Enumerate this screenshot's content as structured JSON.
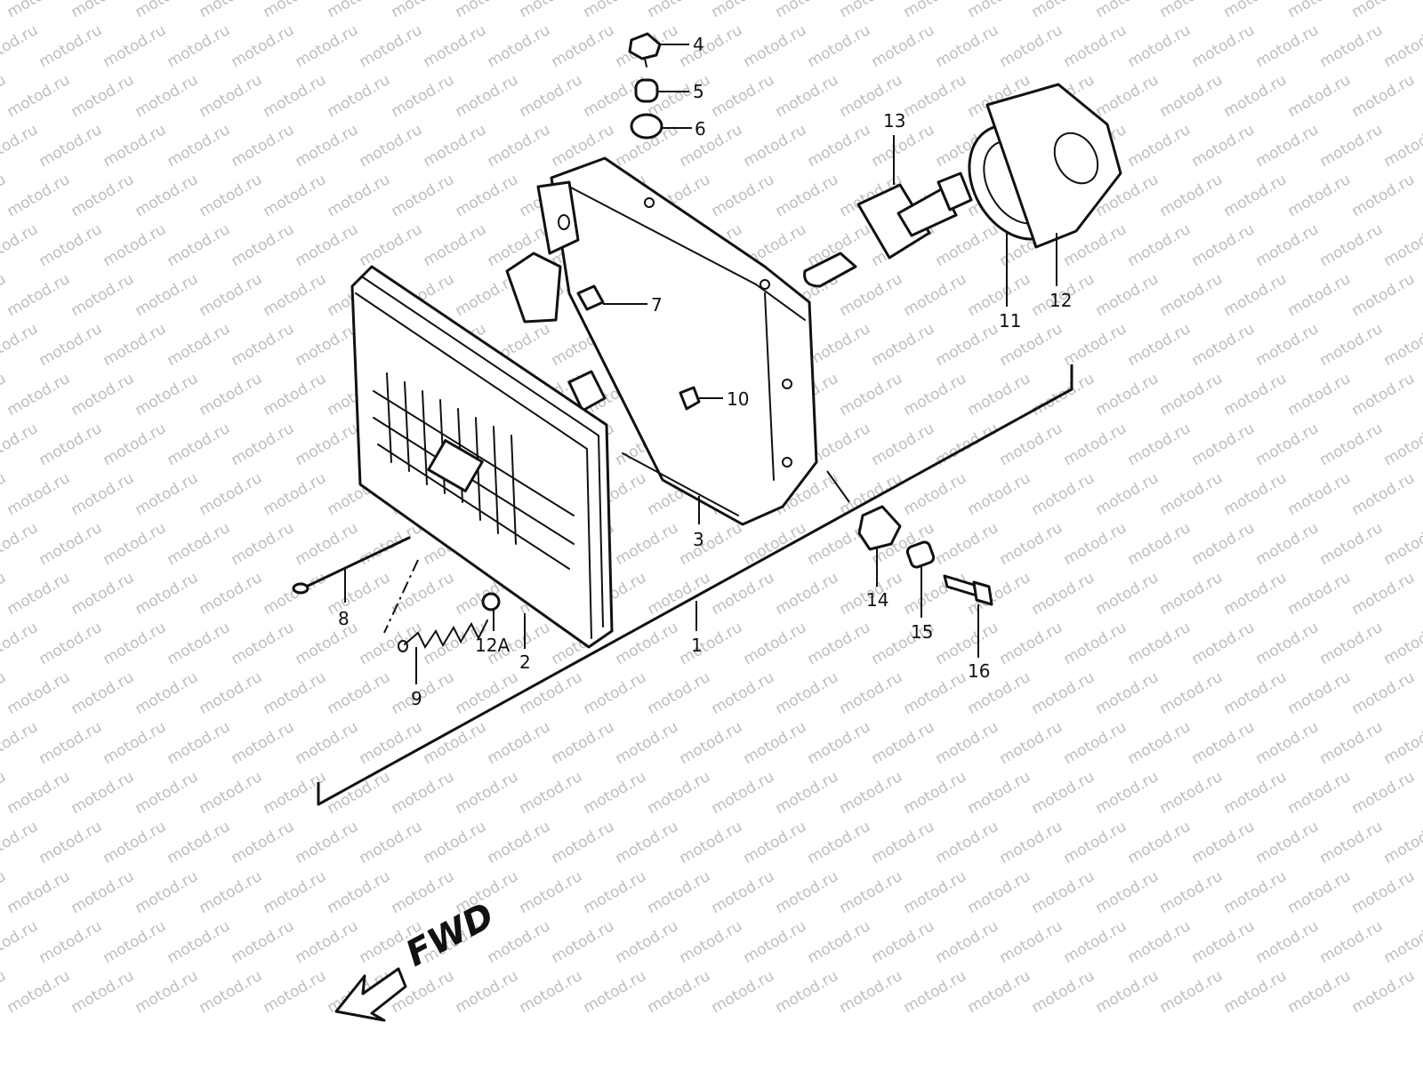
{
  "diagram": {
    "watermark": "motod.ru",
    "direction_label": "FWD",
    "callouts": {
      "c1": "1",
      "c2": "2",
      "c3": "3",
      "c4": "4",
      "c5": "5",
      "c6": "6",
      "c7": "7",
      "c8": "8",
      "c9": "9",
      "c10": "10",
      "c11": "11",
      "c12": "12",
      "c12a": "12A",
      "c13": "13",
      "c14": "14",
      "c15": "15",
      "c16": "16"
    }
  }
}
